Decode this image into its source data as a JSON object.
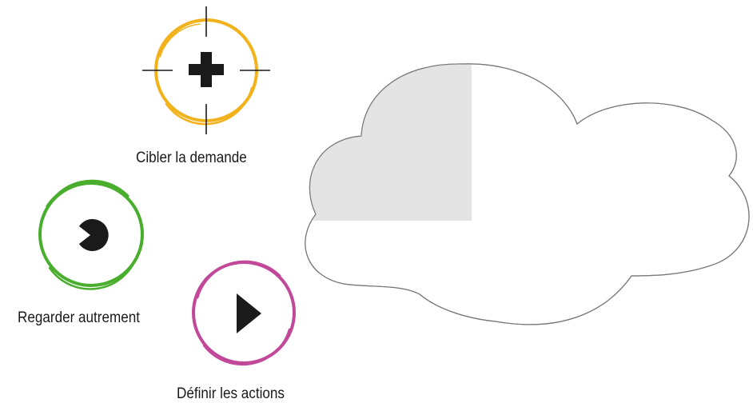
{
  "diagram": {
    "items": [
      {
        "label": "Cibler la demande",
        "color": "#f2b21b",
        "icon": "crosshair-plus-icon"
      },
      {
        "label": "Regarder autrement",
        "color": "#49ad2d",
        "icon": "eye-pacman-icon"
      },
      {
        "label": "Définir les actions",
        "color": "#c2489a",
        "icon": "play-icon"
      }
    ],
    "cloud": {
      "fill_color": "#ffffff",
      "outline_color": "#7a7a7a",
      "highlight_color": "#e4e4e4",
      "highlighted_quarter": "top-left"
    }
  }
}
